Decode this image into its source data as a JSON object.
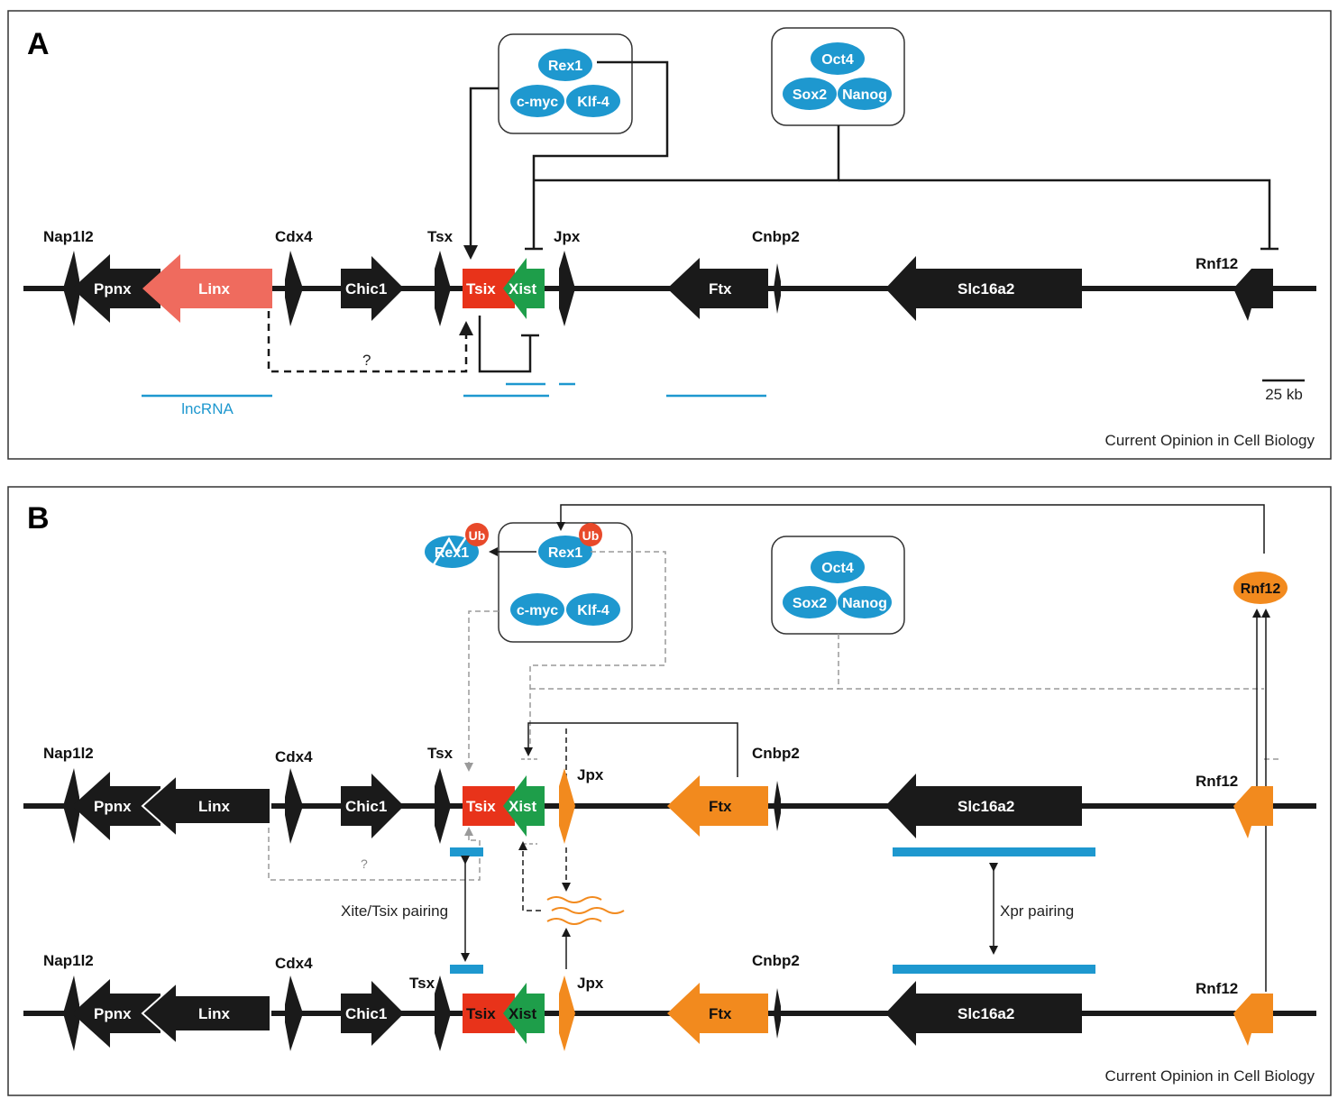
{
  "colors": {
    "gene_black": "#1a1a1a",
    "linx_salmon": "#ef6b5e",
    "tsix_red": "#e8331a",
    "xist_green": "#1e9e4a",
    "active_orange": "#f28a1e",
    "protein_blue": "#1e98cf",
    "ub_red": "#e8492a",
    "pairing_blue": "#1e98cf",
    "dashed_gray": "#9a9a9a"
  },
  "panel_a": {
    "label": "A",
    "genes": {
      "nap1l2": "Nap1l2",
      "ppnx": "Ppnx",
      "linx": "Linx",
      "cdx4": "Cdx4",
      "chic1": "Chic1",
      "tsx": "Tsx",
      "tsix": "Tsix",
      "xist": "Xist",
      "jpx": "Jpx",
      "ftx": "Ftx",
      "cnbp2": "Cnbp2",
      "slc16a2": "Slc16a2",
      "rnf12": "Rnf12"
    },
    "proteins": {
      "rex1": "Rex1",
      "cmyc": "c-myc",
      "klf4": "Klf-4",
      "oct4": "Oct4",
      "sox2": "Sox2",
      "nanog": "Nanog"
    },
    "question": "?",
    "lncrna": "lncRNA",
    "scale": "25 kb",
    "credit": "Current Opinion in Cell Biology"
  },
  "panel_b": {
    "label": "B",
    "genes": {
      "nap1l2": "Nap1l2",
      "ppnx": "Ppnx",
      "linx": "Linx",
      "cdx4": "Cdx4",
      "chic1": "Chic1",
      "tsx": "Tsx",
      "tsix": "Tsix",
      "xist": "Xist",
      "jpx": "Jpx",
      "ftx": "Ftx",
      "cnbp2": "Cnbp2",
      "slc16a2": "Slc16a2",
      "rnf12": "Rnf12"
    },
    "proteins": {
      "rex1": "Rex1",
      "rex1_degraded": "Rex1",
      "ub": "Ub",
      "ub2": "Ub",
      "cmyc": "c-myc",
      "klf4": "Klf-4",
      "oct4": "Oct4",
      "sox2": "Sox2",
      "nanog": "Nanog",
      "rnf12": "Rnf12"
    },
    "question": "?",
    "xite_pairing": "Xite/Tsix pairing",
    "xpr_pairing": "Xpr pairing",
    "credit": "Current Opinion in Cell Biology"
  }
}
